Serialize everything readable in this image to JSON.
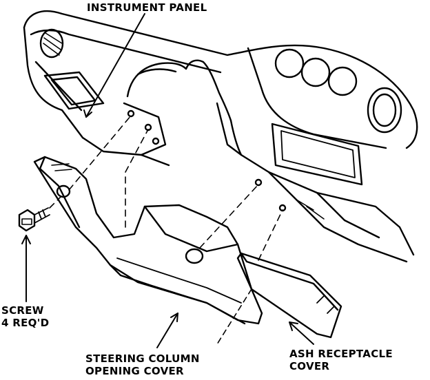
{
  "labels": {
    "instrument_panel": "INSTRUMENT PANEL",
    "screw": [
      "SCREW",
      "4 REQ'D"
    ],
    "steering_column": [
      "STEERING COLUMN",
      "OPENING COVER"
    ],
    "ash_receptacle": [
      "ASH RECEPTACLE",
      "COVER"
    ]
  },
  "colors": {
    "ink": "#000000",
    "paper": "#ffffff"
  }
}
